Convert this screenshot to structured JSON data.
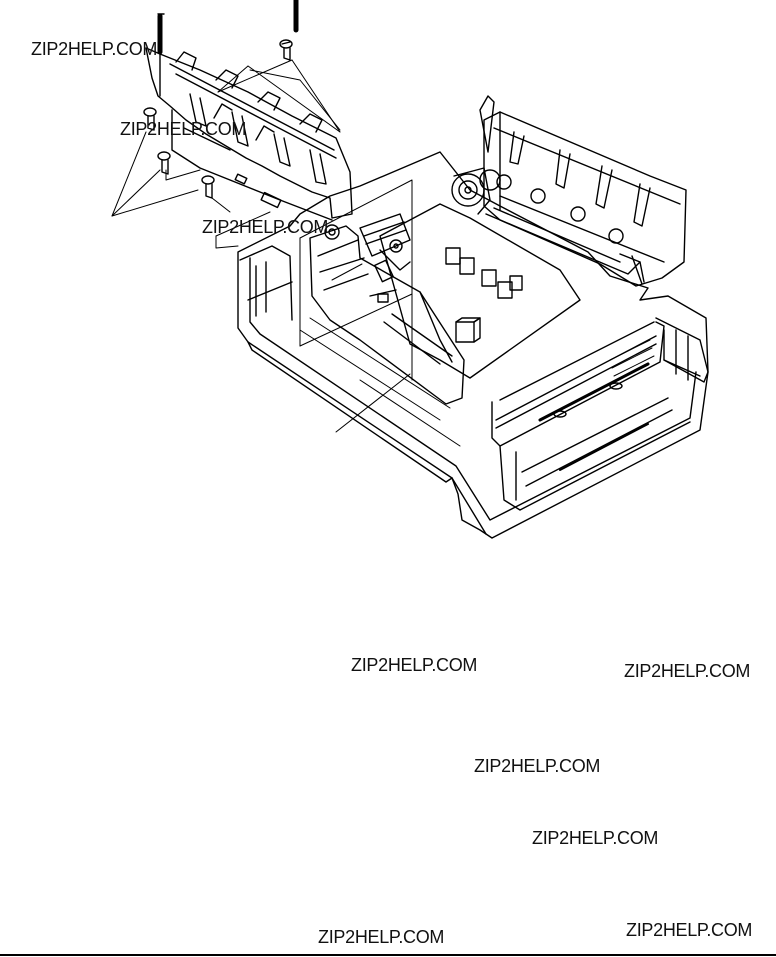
{
  "watermarks": [
    "ZIP2HELP.COM",
    "ZIP2HELP.COM",
    "ZIP2HELP.COM",
    "ZIP2HELP.COM",
    "ZIP2HELP.COM",
    "ZIP2HELP.COM",
    "ZIP2HELP.COM",
    "ZIP2HELP.COM",
    "ZIP2HELP.COM"
  ],
  "icons": {
    "assembly": "printer-chassis-exploded-view",
    "bracket": "guide-bracket-part",
    "screws": "screw-icon"
  },
  "colors": {
    "line": "#000000",
    "background": "#ffffff"
  }
}
